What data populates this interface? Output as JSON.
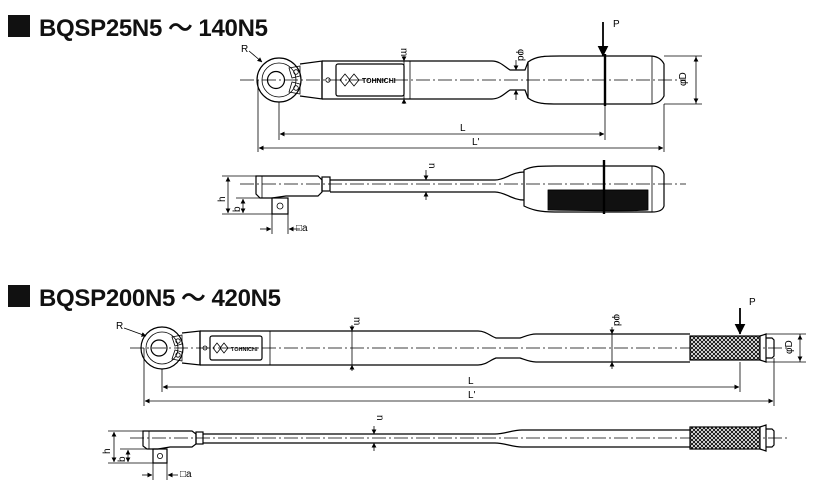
{
  "section1": {
    "title": "BQSP25N5 ～ 140N5"
  },
  "section2": {
    "title": "BQSP200N5 ～ 420N5"
  },
  "brand_text": "TOHNICHI",
  "dimension_labels": {
    "R": "R",
    "m": "m",
    "d": "φd",
    "D": "φD",
    "P": "P",
    "L": "L",
    "L_prime": "L'",
    "n": "n",
    "h": "h",
    "b": "b",
    "a": "□a"
  }
}
